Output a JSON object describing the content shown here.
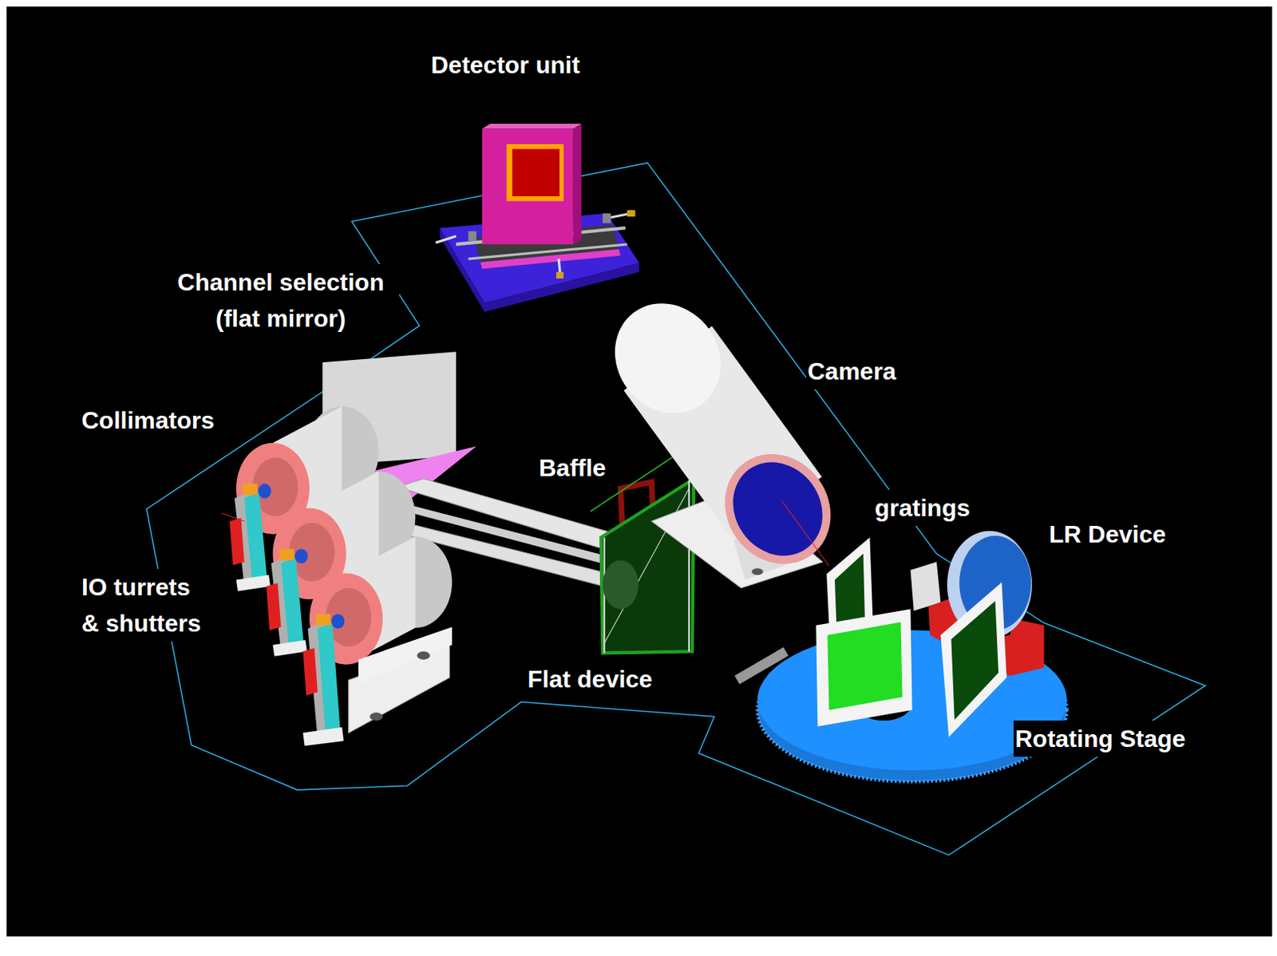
{
  "diagram": {
    "labels": [
      "Detector unit",
      "Channel selection (flat mirror)",
      "Camera",
      "Collimators",
      "Baffle",
      "gratings",
      "LR Device",
      "IO turrets & shutters",
      "Flat device",
      "Rotating Stage"
    ]
  }
}
